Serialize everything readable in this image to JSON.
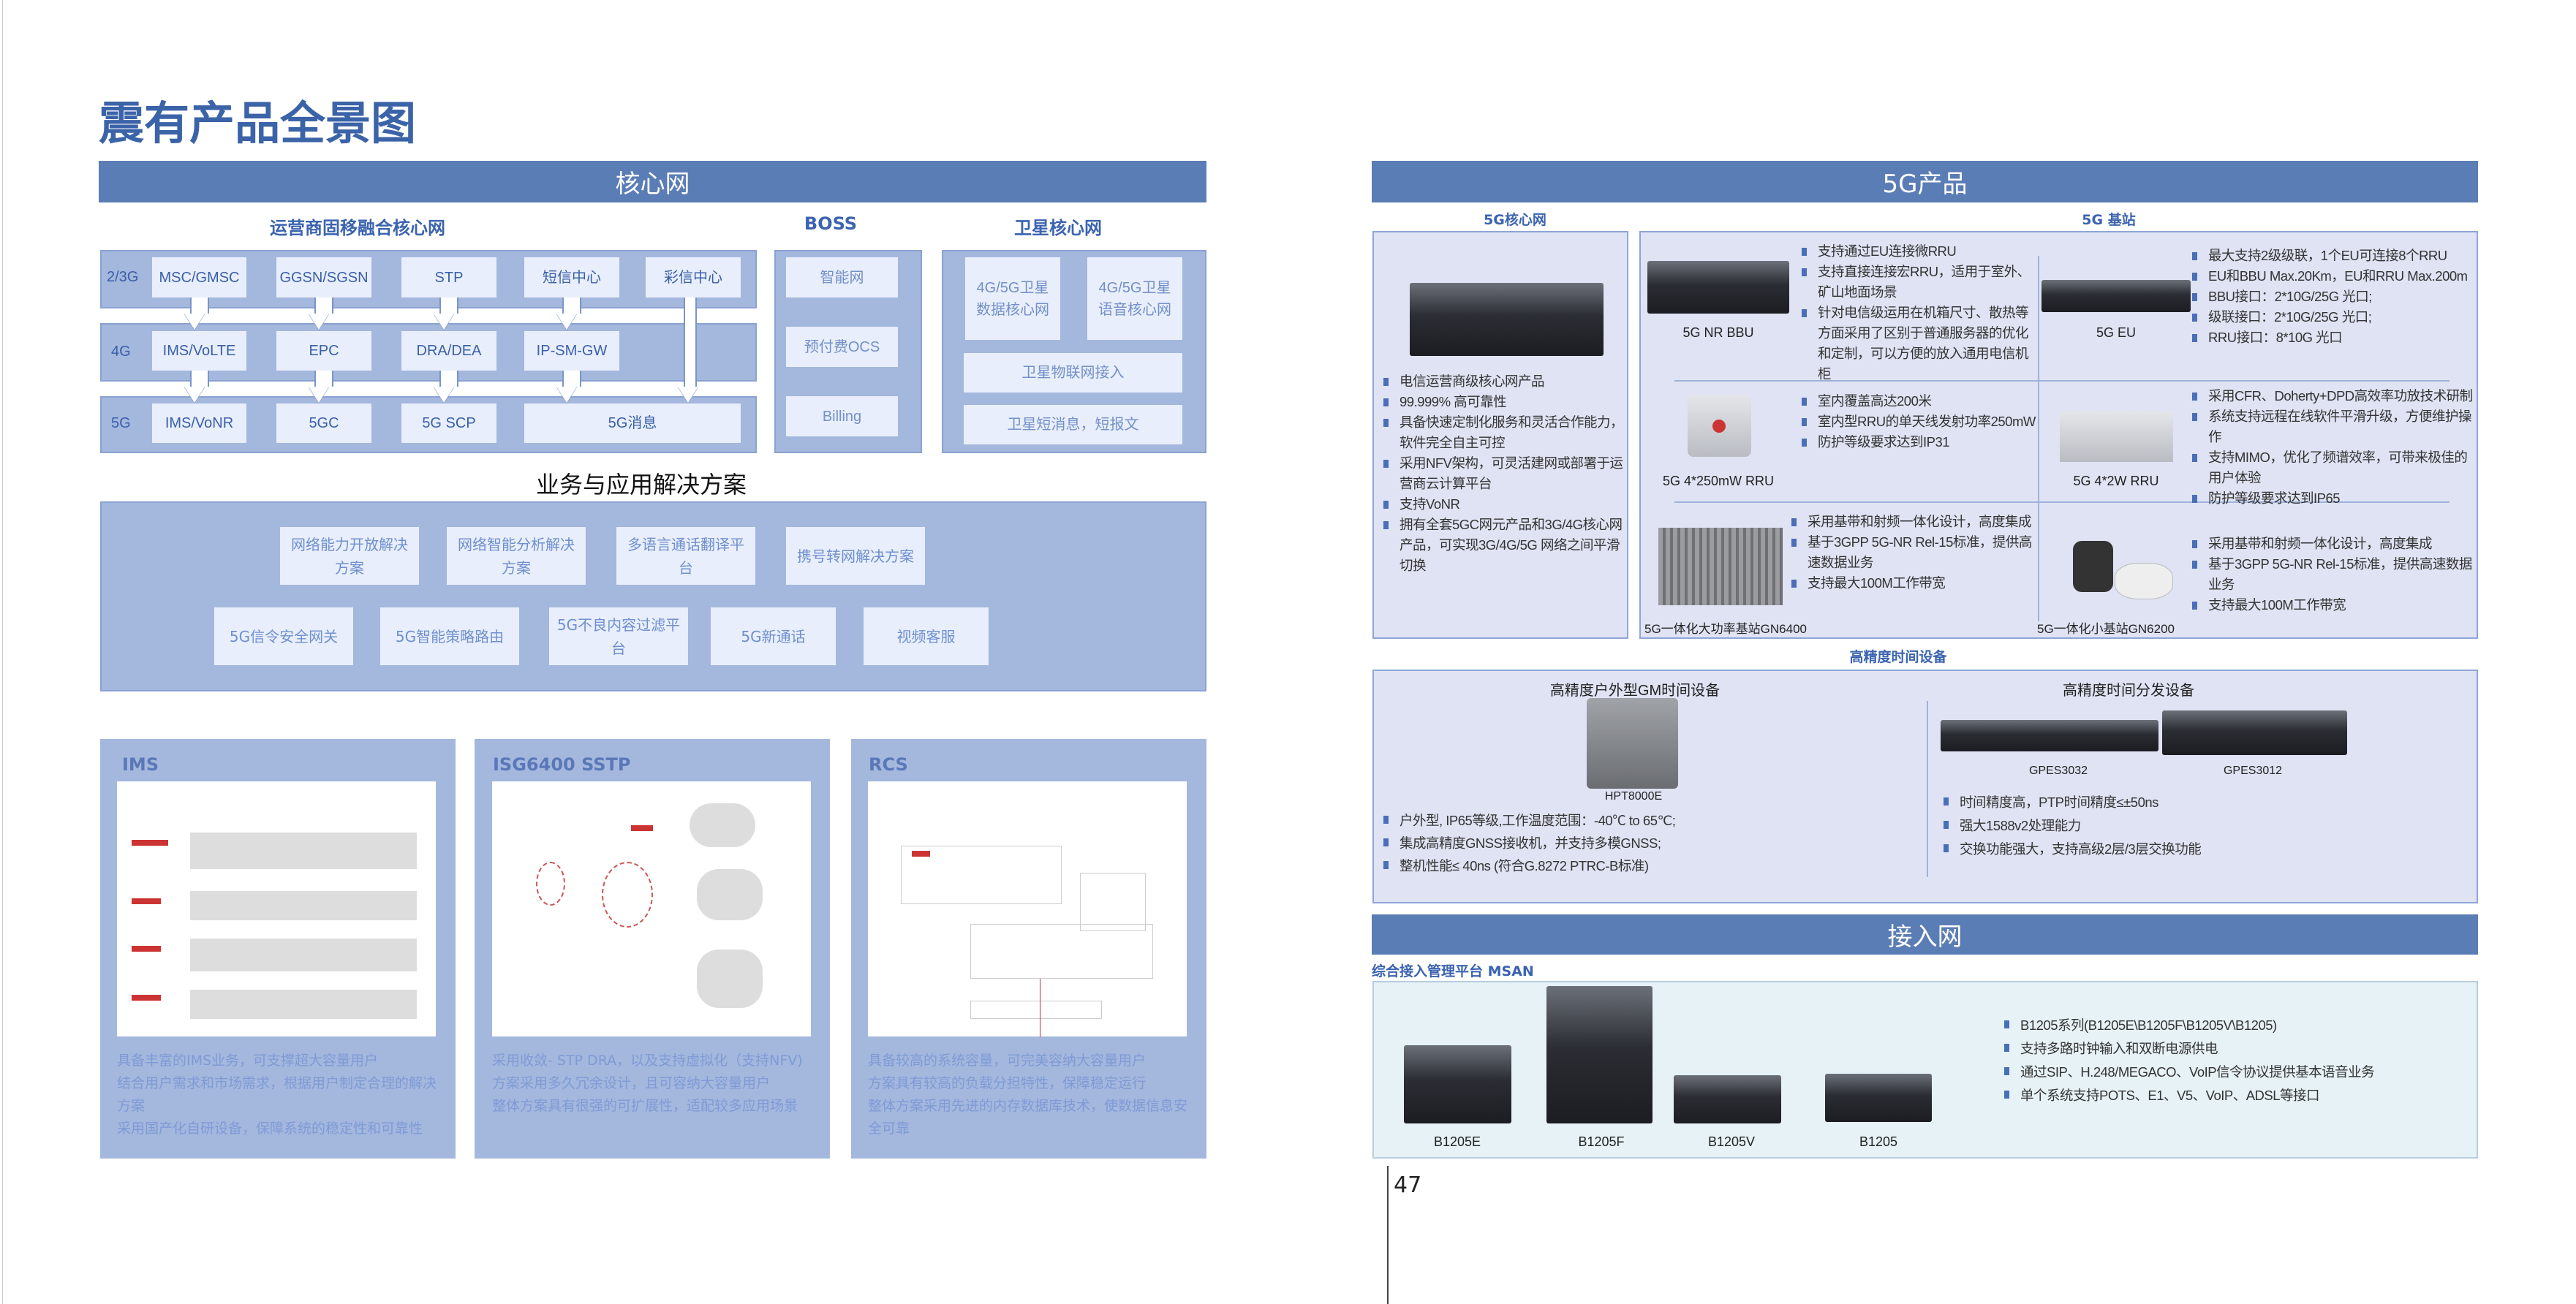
{
  "page_title": "震有产品全景图",
  "page_number": "47",
  "left": {
    "core_header": "核心网",
    "core": {
      "title": "运营商固移融合核心网",
      "rows": [
        {
          "gen": "2/3G",
          "cells": [
            "MSC/GMSC",
            "GGSN/SGSN",
            "STP",
            "短信中心",
            "彩信中心"
          ]
        },
        {
          "gen": "4G",
          "cells": [
            "IMS/VoLTE",
            "EPC",
            "DRA/DEA",
            "IP-SM-GW"
          ]
        },
        {
          "gen": "5G",
          "cells": [
            "IMS/VoNR",
            "5GC",
            "5G  SCP",
            "5G消息"
          ]
        }
      ]
    },
    "boss": {
      "title": "BOSS",
      "cells": [
        "智能网",
        "预付费OCS",
        "Billing"
      ]
    },
    "sat": {
      "title": "卫星核心网",
      "cells": [
        "4G/5G卫星数据核心网",
        "4G/5G卫星语音核心网",
        "卫星物联网接入",
        "卫星短消息，短报文"
      ]
    },
    "solutions": {
      "title": "业务与应用解决方案",
      "row1": [
        "网络能力开放解决方案",
        "网络智能分析解决方案",
        "多语言通话翻译平台",
        "携号转网解决方案"
      ],
      "row2": [
        "5G信令安全网关",
        "5G智能策略路由",
        "5G不良内容过滤平台",
        "5G新通话",
        "视频客服"
      ]
    },
    "panels": [
      {
        "title": "IMS",
        "lines": [
          "具备丰富的IMS业务，可支撑超大容量用户",
          "结合用户需求和市场需求，根据用户制定合理的解决方案",
          "采用国产化自研设备，保障系统的稳定性和可靠性"
        ]
      },
      {
        "title": "ISG6400 SSTP",
        "lines": [
          "采用收敛- STP DRA，以及支持虚拟化（支持NFV)",
          "方案采用多久冗余设计，且可容纳大容量用户",
          "整体方案具有很强的可扩展性，适配较多应用场景"
        ]
      },
      {
        "title": "RCS",
        "lines": [
          "具备较高的系统容量，可完美容纳大容量用户",
          "方案具有较高的负载分担特性，保障稳定运行",
          "整体方案采用先进的内存数据库技术，使数据信息安全可靠"
        ]
      }
    ]
  },
  "right": {
    "header_5g": "5G产品",
    "core5g": {
      "title": "5G核心网",
      "bullets": [
        "电信运营商级核心网产品",
        "99.999% 高可靠性",
        "具备快速定制化服务和灵活合作能力，软件完全自主可控",
        "采用NFV架构，可灵活建网或部署于运营商云计算平台",
        "支持VoNR",
        "拥有全套5GC网元产品和3G/4G核心网产品，可实现3G/4G/5G 网络之间平滑切换"
      ]
    },
    "bs": {
      "title": "5G 基站",
      "bbu": {
        "name": "5G NR BBU",
        "bullets": [
          "支持通过EU连接微RRU",
          "支持直接连接宏RRU，适用于室外、矿山地面场景",
          "针对电信级运用在机箱尺寸、散热等方面采用了区别于普通服务器的优化和定制，可以方便的放入通用电信机柜"
        ]
      },
      "eu": {
        "name": "5G EU",
        "bullets": [
          "最大支持2级级联，1个EU可连接8个RRU",
          "EU和BBU Max.20Km，EU和RRU Max.200m",
          "BBU接口：2*10G/25G 光口;",
          "级联接口：2*10G/25G 光口;",
          "RRU接口：8*10G 光口"
        ]
      },
      "rru250": {
        "name": "5G 4*250mW RRU",
        "bullets": [
          "室内覆盖高达200米",
          "室内型RRU的单天线发射功率250mW",
          "防护等级要求达到IP31"
        ]
      },
      "rru2w": {
        "name": "5G 4*2W RRU",
        "bullets": [
          "采用CFR、Doherty+DPD高效率功放技术研制",
          "系统支持远程在线软件平滑升级，方便维护操作",
          "支持MIMO，优化了频谱效率，可带来极佳的用户体验",
          "防护等级要求达到IP65"
        ]
      },
      "gn6400": {
        "name": "5G一体化大功率基站GN6400",
        "bullets": [
          "采用基带和射频一体化设计，高度集成",
          "基于3GPP 5G-NR Rel-15标准，提供高速数据业务",
          "支持最大100M工作带宽"
        ]
      },
      "gn6200": {
        "name": "5G一体化小基站GN6200",
        "bullets": [
          "采用基带和射频一体化设计，高度集成",
          "基于3GPP 5G-NR Rel-15标准，提供高速数据业务",
          "支持最大100M工作带宽"
        ]
      }
    },
    "timing": {
      "title": "高精度时间设备",
      "gm": {
        "title": "高精度户外型GM时间设备",
        "device": "HPT8000E",
        "bullets": [
          "户外型, IP65等级,工作温度范围：-40℃ to 65℃;",
          "集成高精度GNSS接收机，并支持多模GNSS;",
          "整机性能≤ 40ns (符合G.8272 PTRC-B标准)"
        ]
      },
      "dist": {
        "title": "高精度时间分发设备",
        "devices": [
          "GPES3032",
          "GPES3012"
        ],
        "bullets": [
          "时间精度高，PTP时间精度≤±50ns",
          "强大1588v2处理能力",
          "交换功能强大，支持高级2层/3层交换功能"
        ]
      }
    },
    "access_header": "接入网",
    "msan": {
      "title": "综合接入管理平台 MSAN",
      "devices": [
        "B1205E",
        "B1205F",
        "B1205V",
        "B1205"
      ],
      "bullets": [
        "B1205系列(B1205E\\B1205F\\B1205V\\B1205)",
        "支持多路时钟输入和双断电源供电",
        "通过SIP、H.248/MEGACO、VoIP信令协议提供基本语音业务",
        "单个系统支持POTS、E1、V5、VoIP、ADSL等接口"
      ]
    }
  },
  "colors": {
    "header_bar": "#5b7db5",
    "box": "#a4b7dd",
    "cell": "#e8eefb",
    "accent_text": "#3b63b0"
  }
}
